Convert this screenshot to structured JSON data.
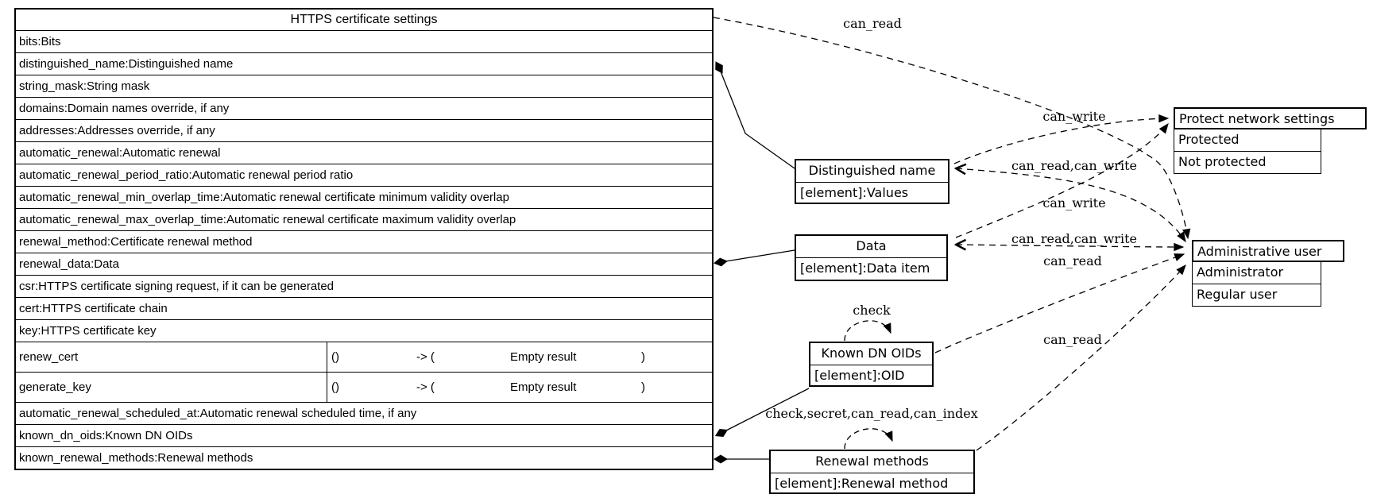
{
  "main_table": {
    "title": "HTTPS certificate settings",
    "rows": [
      {
        "text": "bits:Bits"
      },
      {
        "text": "distinguished_name:Distinguished name"
      },
      {
        "text": "string_mask:String mask"
      },
      {
        "text": "domains:Domain names override, if any"
      },
      {
        "text": "addresses:Addresses override, if any"
      },
      {
        "text": "automatic_renewal:Automatic renewal"
      },
      {
        "text": "automatic_renewal_period_ratio:Automatic renewal period ratio"
      },
      {
        "text": "automatic_renewal_min_overlap_time:Automatic renewal certificate minimum validity overlap"
      },
      {
        "text": "automatic_renewal_max_overlap_time:Automatic renewal certificate maximum validity overlap"
      },
      {
        "text": "renewal_method:Certificate renewal method"
      },
      {
        "text": "renewal_data:Data"
      },
      {
        "text": "csr:HTTPS certificate signing request, if it can be generated"
      },
      {
        "text": "cert:HTTPS certificate chain"
      },
      {
        "text": "key:HTTPS certificate key"
      },
      {
        "method": "renew_cert",
        "sig": [
          "()",
          "-> (",
          "Empty result",
          ")"
        ]
      },
      {
        "method": "generate_key",
        "sig": [
          "()",
          "-> (",
          "Empty result",
          ")"
        ]
      },
      {
        "text": "automatic_renewal_scheduled_at:Automatic renewal scheduled time, if any"
      },
      {
        "text": "known_dn_oids:Known DN OIDs"
      },
      {
        "text": "known_renewal_methods:Renewal methods"
      }
    ]
  },
  "nodes": {
    "distinguished_name": {
      "title": "Distinguished name",
      "element": "[element]:Values"
    },
    "data": {
      "title": "Data",
      "element": "[element]:Data item"
    },
    "known_dn_oids": {
      "title": "Known DN OIDs",
      "element": "[element]:OID"
    },
    "renewal_methods": {
      "title": "Renewal methods",
      "element": "[element]:Renewal method"
    },
    "protect_network_settings": {
      "title": "Protect network settings",
      "values": [
        "Protected",
        "Not protected"
      ]
    },
    "administrative_user": {
      "title": "Administrative user",
      "values": [
        "Administrator",
        "Regular user"
      ]
    }
  },
  "edge_labels": {
    "table_admin": "can_read",
    "dn_protect": "can_write",
    "dn_admin": "can_read,can_write",
    "data_protect": "can_write",
    "data_admin": "can_read,can_write",
    "oids_admin": "can_read",
    "renewal_admin": "can_read",
    "oids_self": "check",
    "renewal_self": "check,secret,can_read,can_index"
  },
  "colors": {
    "line": "#000000",
    "background": "#ffffff"
  }
}
